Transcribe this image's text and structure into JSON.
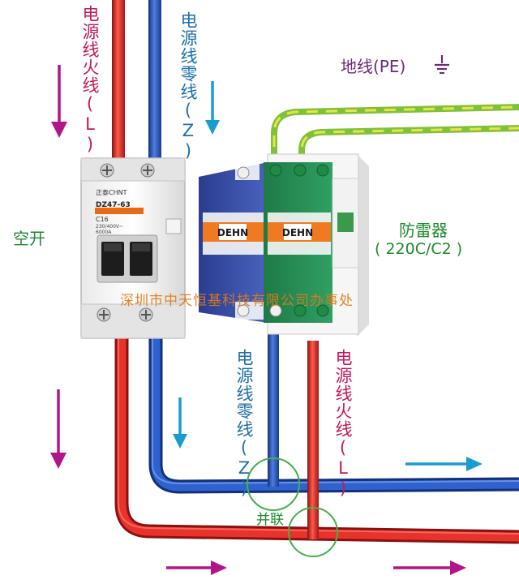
{
  "labels": {
    "live_top": "电源线火线(L)",
    "neutral_top": "电源线零线(Z)",
    "earth": "地线(PE)",
    "breaker": "空开",
    "spd": "防雷器",
    "spd_model": "( 220C/C2 )",
    "neutral_bottom": "电源线零线(Z)",
    "live_bottom": "电源线火线(L)",
    "parallel": "并联",
    "watermark": "深圳市中天恒基科技有限公司办事处"
  },
  "breaker_device": {
    "brand": "正泰CHNT",
    "model": "DZ47-63",
    "rating": "C16",
    "spec1": "230/400V~",
    "spec2": "6000A"
  },
  "spd_module_left": {
    "label_text": "DEHN"
  },
  "spd_module_right": {
    "label_text": "DEHN"
  },
  "colors": {
    "live_wire": "#d8282a",
    "neutral_wire": "#2455b8",
    "earth_wire": "#8ecf3a",
    "arrow_magenta": "#b0168a",
    "arrow_blue": "#1a9bd2",
    "arrow_pe": "#6a2a7a",
    "circle": "#45b04a"
  }
}
